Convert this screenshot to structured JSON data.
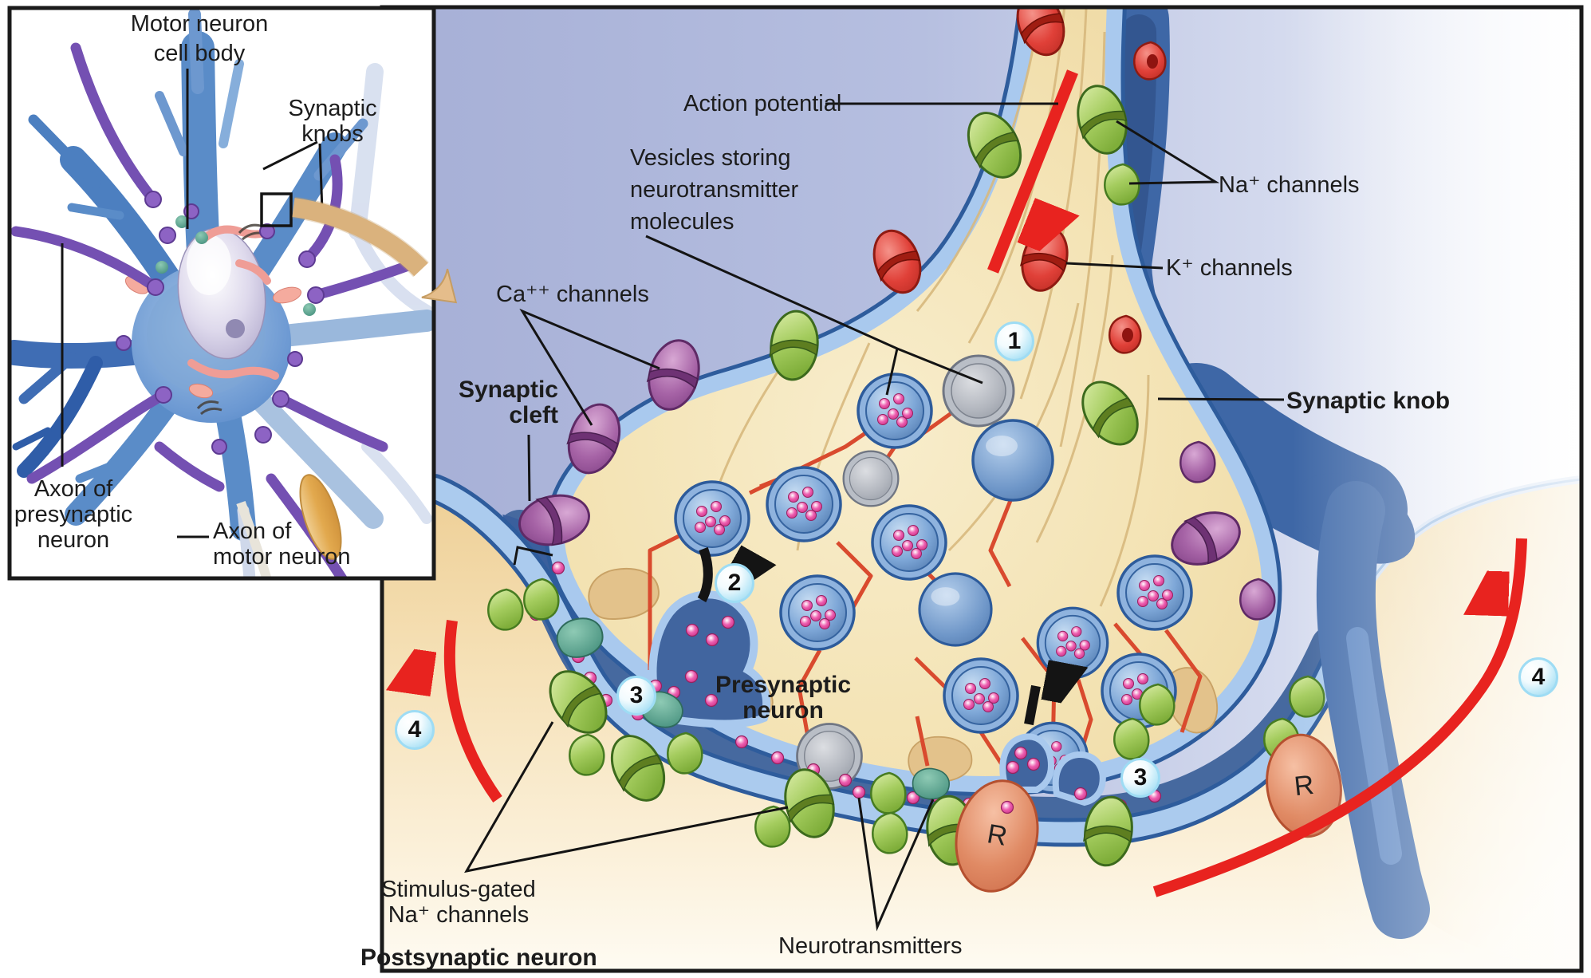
{
  "figure": {
    "type": "biology-diagram",
    "subject": "Chemical synapse: action potential arriving at a synaptic knob and neurotransmitter release"
  },
  "inset": {
    "labels": {
      "cell_body": {
        "lines": [
          "Motor neuron",
          "cell body"
        ]
      },
      "synaptic_knobs": {
        "lines": [
          "Synaptic",
          "knobs"
        ]
      },
      "axon_presynaptic": {
        "lines": [
          "Axon of",
          "presynaptic",
          "neuron"
        ]
      },
      "axon_motor": {
        "lines": [
          "Axon of",
          "motor neuron"
        ]
      }
    }
  },
  "main": {
    "labels": {
      "action_potential": "Action potential",
      "vesicles": {
        "lines": [
          "Vesicles storing",
          "neurotransmitter",
          "molecules"
        ]
      },
      "ca_channels": "Ca⁺⁺ channels",
      "synaptic_cleft": {
        "lines": [
          "Synaptic",
          "cleft"
        ]
      },
      "na_channels": "Na⁺ channels",
      "k_channels": "K⁺ channels",
      "synaptic_knob": "Synaptic knob",
      "presynaptic_neuron": {
        "lines": [
          "Presynaptic",
          "neuron"
        ]
      },
      "stimulus_gated": {
        "lines": [
          "Stimulus-gated",
          "Na⁺ channels"
        ]
      },
      "postsynaptic_neuron": "Postsynaptic neuron",
      "neurotransmitters": "Neurotransmitters"
    },
    "steps": [
      "1",
      "2",
      "3",
      "3",
      "4",
      "4"
    ],
    "receptor_label": "R",
    "colors": {
      "periwinkle_bg": "#aab3da",
      "membrane_light_blue": "#a9c9ee",
      "cleft_blue": "#46699f",
      "knob_band_blue": "#3e67a6",
      "cytoplasm_cream": "#f3e2b2",
      "postsynaptic_cream": "#f2d9a4",
      "vesicle_blue": "#6e99cc",
      "na_channel_green": "#a4cc5e",
      "k_channel_red": "#e04038",
      "ca_channel_purple": "#a663a6",
      "receptor_salmon": "#e08a64",
      "neurotransmitter_pink": "#e63d9a",
      "arrow_red": "#e8231f"
    }
  }
}
